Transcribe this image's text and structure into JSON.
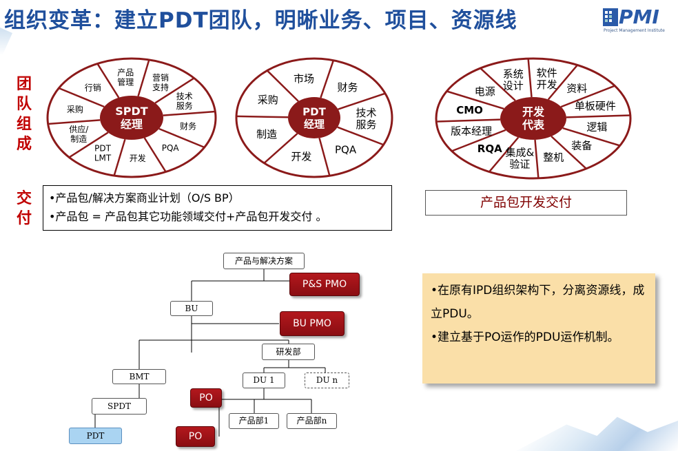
{
  "title": "组织变革：建立PDT团队，明晰业务、项目、资源线",
  "logo": {
    "text": "PMI",
    "sub": "Project Management Institute"
  },
  "labels": {
    "team": [
      "团",
      "队",
      "组",
      "成"
    ],
    "deliver": [
      "交",
      "付"
    ]
  },
  "wheels": [
    {
      "center": [
        "SPDT",
        "经理"
      ],
      "segments": [
        [
          "营销",
          "支持"
        ],
        [
          "技术",
          "服务"
        ],
        [
          "财务"
        ],
        [
          "PQA"
        ],
        [
          "开发"
        ],
        [
          "PDT",
          "LMT"
        ],
        [
          "供应/",
          "制造"
        ],
        [
          "采购"
        ],
        [
          "行销"
        ],
        [
          "产品",
          "管理"
        ]
      ]
    },
    {
      "center": [
        "PDT",
        "经理"
      ],
      "segments": [
        [
          "财务"
        ],
        [
          "技术",
          "服务"
        ],
        [
          "PQA"
        ],
        [
          "开发"
        ],
        [
          "制造"
        ],
        [
          "采购"
        ],
        [
          "市场"
        ]
      ]
    },
    {
      "center": [
        "开发",
        "代表"
      ],
      "segments": [
        [
          "软件",
          "开发"
        ],
        [
          "资料"
        ],
        [
          "单板硬件"
        ],
        [
          "逻辑"
        ],
        [
          "装备"
        ],
        [
          "整机"
        ],
        [
          "集成&",
          "验证"
        ],
        [
          "RQA"
        ],
        [
          "版本经理"
        ],
        [
          "CMO"
        ],
        [
          "电源"
        ],
        [
          "系统",
          "设计"
        ]
      ]
    }
  ],
  "deliverables": {
    "left": [
      "•产品包/解决方案商业计划（O/S BP）",
      "•产品包 = 产品包其它功能领域交付+产品包开发交付 。"
    ],
    "right": "产品包开发交付"
  },
  "org": {
    "root": "产品与解决方案",
    "ps_pmo": "P&S PMO",
    "bu": "BU",
    "bu_pmo": "BU  PMO",
    "rd": "研发部",
    "du1": "DU  1",
    "dun": "DU  n",
    "bmt": "BMT",
    "spdt": "SPDT",
    "pdt": "PDT",
    "po1": "PO",
    "po2": "PO",
    "prod1": "产品部1",
    "prodn": "产品部n"
  },
  "note": [
    "•在原有IPD组织架构下，分离资源线，成立PDU。",
    "•建立基于PO运作的PDU运作机制。"
  ],
  "colors": {
    "title": "#1f4f9c",
    "accent": "#c00000",
    "wheel": "#8b1a1a",
    "note_bg": "#fadfa8"
  }
}
